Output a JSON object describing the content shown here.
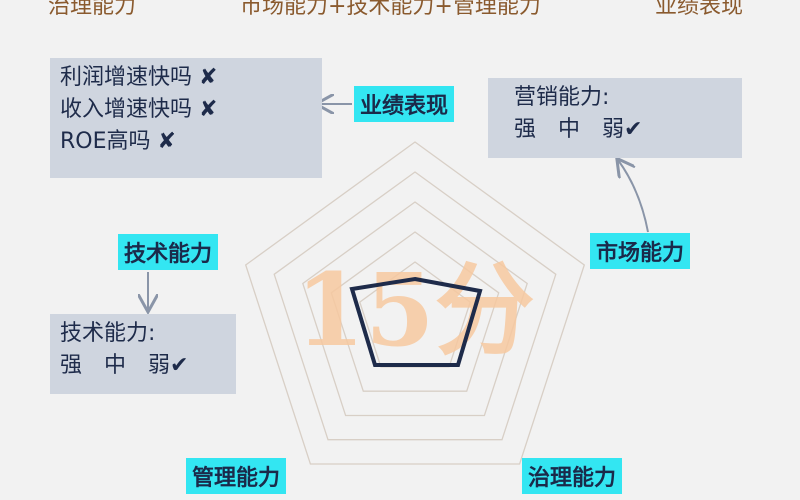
{
  "top_labels": [
    "治理能力",
    "市场能力+技术能力+管理能力",
    "业绩表现"
  ],
  "tags": {
    "performance": "业绩表现",
    "market": "市场能力",
    "tech": "技术能力",
    "management": "管理能力",
    "governance": "治理能力"
  },
  "performance_box": [
    "利润增速快吗 ✘",
    "收入增速快吗 ✘",
    "ROE高吗 ✘"
  ],
  "marketing_box": {
    "title": "营销能力:",
    "levels": "强　中　弱✔"
  },
  "tech_box": {
    "title": "技术能力:",
    "levels": "强　中　弱✔"
  },
  "score_watermark": "15分",
  "colors": {
    "tag": "#33e6f2",
    "box": "#cfd5df",
    "score_outline": "#1e2b4a",
    "watermark": "#f7c9a0"
  }
}
